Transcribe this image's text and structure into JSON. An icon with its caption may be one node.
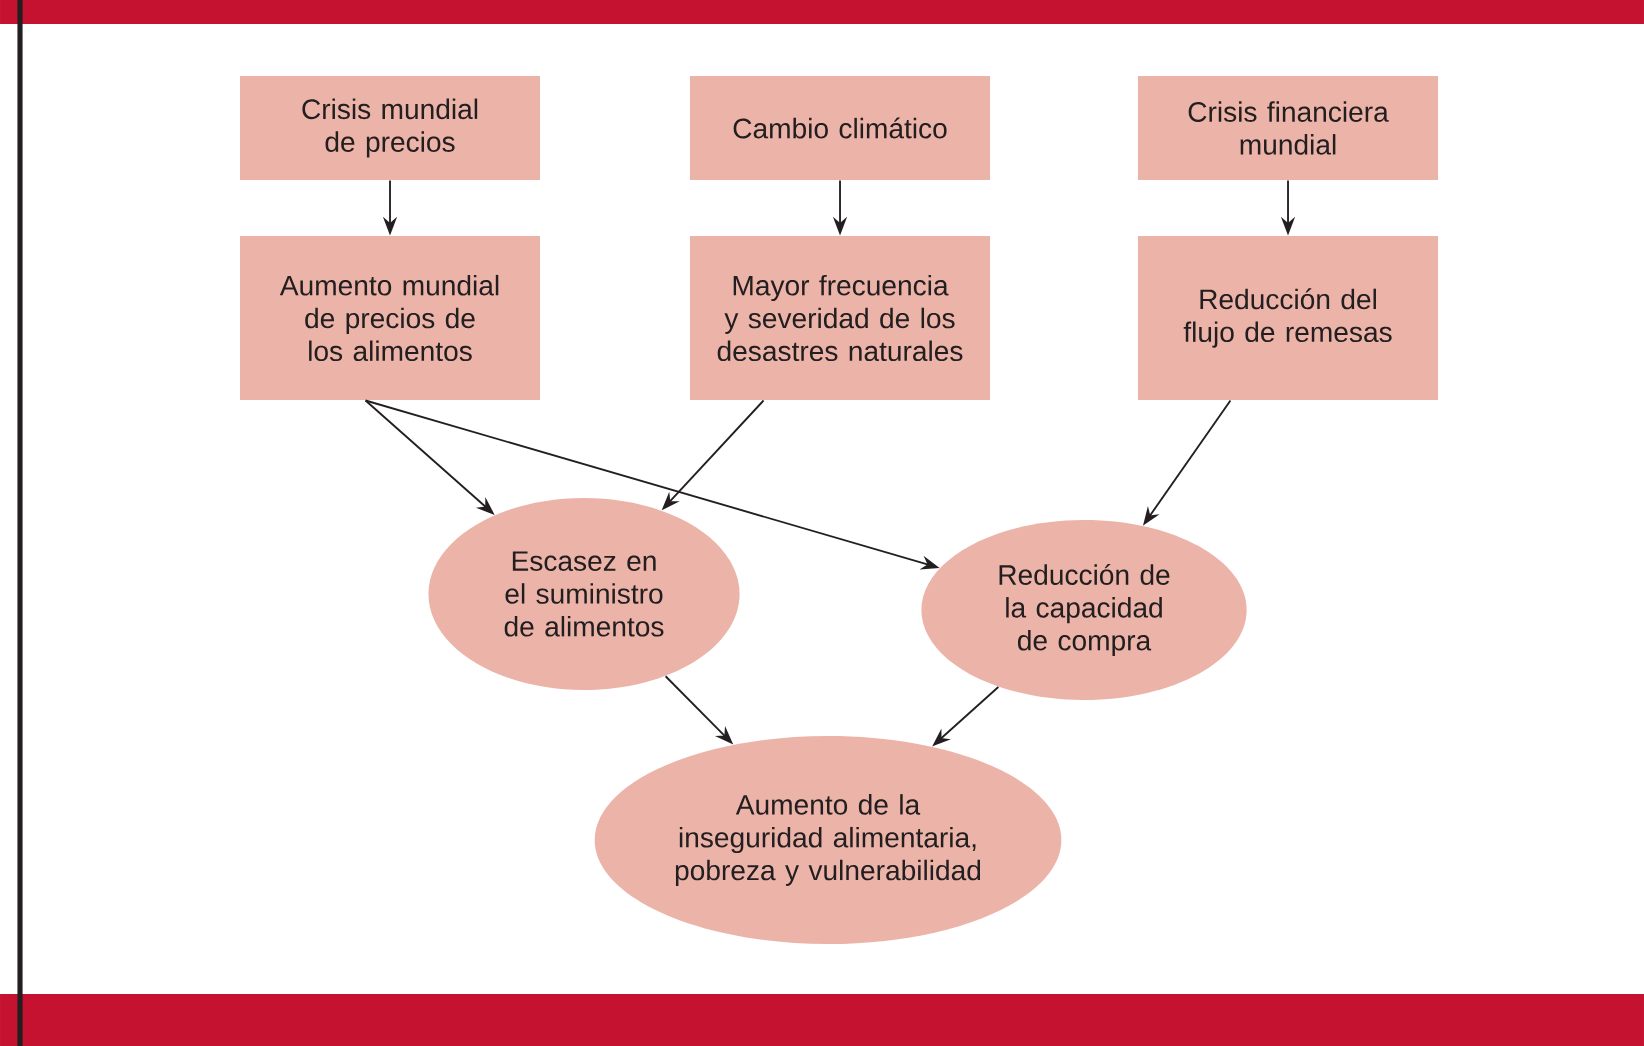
{
  "diagram": {
    "nodes": [
      {
        "text": [
          "Crisis mundial de precios"
        ]
      },
      {
        "text": [
          "Cambio climático"
        ]
      },
      {
        "text": [
          "Crisis financiera mundial"
        ]
      },
      {
        "text": [
          "Aumento mundial de precios de los alimentos"
        ]
      },
      {
        "text": [
          "Mayor frecuencia y severidad de los desastres naturales"
        ]
      },
      {
        "text": [
          "Reducción del flujo de remesas"
        ]
      },
      {
        "text": [
          "Escasez en el suministro de alimentos"
        ]
      },
      {
        "text": [
          "Reducción de la capacidad de compra"
        ]
      },
      {
        "text": [
          "Aumento de la inseguridad alimentaria, pobreza y vulnerabilidad"
        ]
      }
    ],
    "edges": [
      {
        "from": 0,
        "to": 3,
        "arrow": "to"
      },
      {
        "from": 1,
        "to": 4,
        "arrow": "to"
      },
      {
        "from": 2,
        "to": 5,
        "arrow": "to"
      },
      {
        "from": 3,
        "to": 6,
        "arrow": "to"
      },
      {
        "from": 3,
        "to": 7,
        "arrow": "to"
      },
      {
        "from": 4,
        "to": 6,
        "arrow": "to"
      },
      {
        "from": 5,
        "to": 7,
        "arrow": "to"
      },
      {
        "from": 6,
        "to": 8,
        "arrow": "to"
      },
      {
        "from": 7,
        "to": 8,
        "arrow": "to"
      }
    ]
  }
}
